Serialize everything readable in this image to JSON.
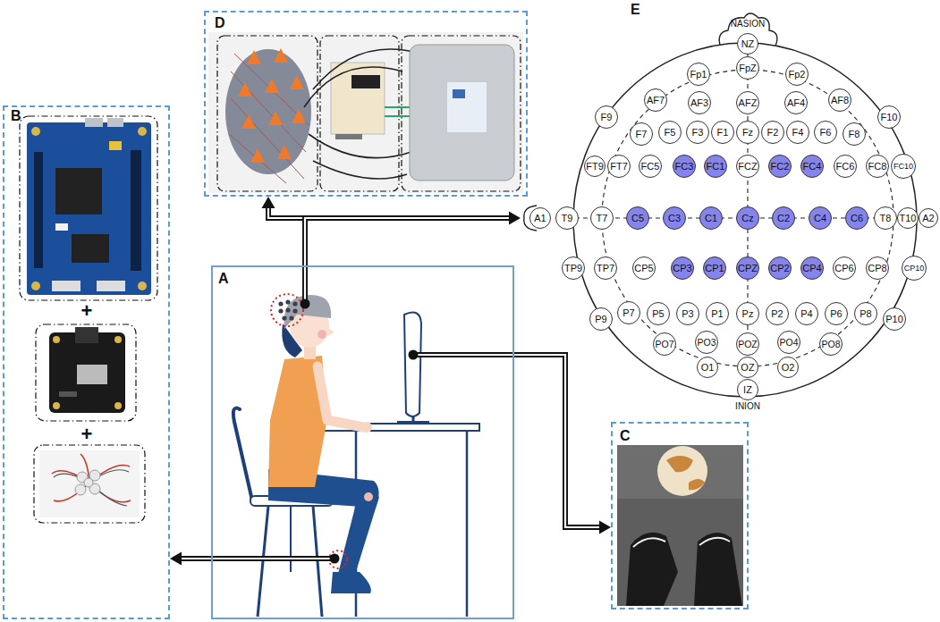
{
  "diagram": {
    "nodes": [
      {
        "text": [
          "B"
        ]
      },
      {
        "text": [
          "D"
        ]
      },
      {
        "text": [
          "A"
        ]
      },
      {
        "text": [
          "C"
        ]
      },
      {
        "text": [
          "E",
          "NASION",
          "INION"
        ]
      },
      {
        "text": [
          "NZ"
        ],
        "in": 4
      },
      {
        "text": [
          "Fp1"
        ],
        "in": 4
      },
      {
        "text": [
          "FpZ"
        ],
        "in": 4
      },
      {
        "text": [
          "Fp2"
        ],
        "in": 4
      },
      {
        "text": [
          "AF7"
        ],
        "in": 4
      },
      {
        "text": [
          "AF3"
        ],
        "in": 4
      },
      {
        "text": [
          "AFZ"
        ],
        "in": 4
      },
      {
        "text": [
          "AF4"
        ],
        "in": 4
      },
      {
        "text": [
          "AF8"
        ],
        "in": 4
      },
      {
        "text": [
          "F9"
        ],
        "in": 4
      },
      {
        "text": [
          "F7"
        ],
        "in": 4
      },
      {
        "text": [
          "F5"
        ],
        "in": 4
      },
      {
        "text": [
          "F3"
        ],
        "in": 4
      },
      {
        "text": [
          "F1"
        ],
        "in": 4
      },
      {
        "text": [
          "Fz"
        ],
        "in": 4
      },
      {
        "text": [
          "F2"
        ],
        "in": 4
      },
      {
        "text": [
          "F4"
        ],
        "in": 4
      },
      {
        "text": [
          "F6"
        ],
        "in": 4
      },
      {
        "text": [
          "F8"
        ],
        "in": 4
      },
      {
        "text": [
          "F10"
        ],
        "in": 4
      },
      {
        "text": [
          "FT9"
        ],
        "in": 4
      },
      {
        "text": [
          "FT7"
        ],
        "in": 4
      },
      {
        "text": [
          "FC5"
        ],
        "in": 4
      },
      {
        "text": [
          "FC3"
        ],
        "in": 4
      },
      {
        "text": [
          "FC1"
        ],
        "in": 4
      },
      {
        "text": [
          "FCZ"
        ],
        "in": 4
      },
      {
        "text": [
          "FC2"
        ],
        "in": 4
      },
      {
        "text": [
          "FC4"
        ],
        "in": 4
      },
      {
        "text": [
          "FC6"
        ],
        "in": 4
      },
      {
        "text": [
          "FC8"
        ],
        "in": 4
      },
      {
        "text": [
          "FC10"
        ],
        "in": 4
      },
      {
        "text": [
          "A1"
        ],
        "in": 4
      },
      {
        "text": [
          "T9"
        ],
        "in": 4
      },
      {
        "text": [
          "T7"
        ],
        "in": 4
      },
      {
        "text": [
          "C5"
        ],
        "in": 4
      },
      {
        "text": [
          "C3"
        ],
        "in": 4
      },
      {
        "text": [
          "C1"
        ],
        "in": 4
      },
      {
        "text": [
          "Cz"
        ],
        "in": 4
      },
      {
        "text": [
          "C2"
        ],
        "in": 4
      },
      {
        "text": [
          "C4"
        ],
        "in": 4
      },
      {
        "text": [
          "C6"
        ],
        "in": 4
      },
      {
        "text": [
          "T8"
        ],
        "in": 4
      },
      {
        "text": [
          "T10"
        ],
        "in": 4
      },
      {
        "text": [
          "A2"
        ],
        "in": 4
      },
      {
        "text": [
          "TP9"
        ],
        "in": 4
      },
      {
        "text": [
          "TP7"
        ],
        "in": 4
      },
      {
        "text": [
          "CP5"
        ],
        "in": 4
      },
      {
        "text": [
          "CP3"
        ],
        "in": 4
      },
      {
        "text": [
          "CP1"
        ],
        "in": 4
      },
      {
        "text": [
          "CPZ"
        ],
        "in": 4
      },
      {
        "text": [
          "CP2"
        ],
        "in": 4
      },
      {
        "text": [
          "CP4"
        ],
        "in": 4
      },
      {
        "text": [
          "CP6"
        ],
        "in": 4
      },
      {
        "text": [
          "CP8"
        ],
        "in": 4
      },
      {
        "text": [
          "CP10"
        ],
        "in": 4
      },
      {
        "text": [
          "P9"
        ],
        "in": 4
      },
      {
        "text": [
          "P7"
        ],
        "in": 4
      },
      {
        "text": [
          "P5"
        ],
        "in": 4
      },
      {
        "text": [
          "P3"
        ],
        "in": 4
      },
      {
        "text": [
          "P1"
        ],
        "in": 4
      },
      {
        "text": [
          "Pz"
        ],
        "in": 4
      },
      {
        "text": [
          "P2"
        ],
        "in": 4
      },
      {
        "text": [
          "P4"
        ],
        "in": 4
      },
      {
        "text": [
          "P6"
        ],
        "in": 4
      },
      {
        "text": [
          "P8"
        ],
        "in": 4
      },
      {
        "text": [
          "P10"
        ],
        "in": 4
      },
      {
        "text": [
          "PO7"
        ],
        "in": 4
      },
      {
        "text": [
          "PO3"
        ],
        "in": 4
      },
      {
        "text": [
          "POZ"
        ],
        "in": 4
      },
      {
        "text": [
          "PO4"
        ],
        "in": 4
      },
      {
        "text": [
          "PO8"
        ],
        "in": 4
      },
      {
        "text": [
          "O1"
        ],
        "in": 4
      },
      {
        "text": [
          "OZ"
        ],
        "in": 4
      },
      {
        "text": [
          "O2"
        ],
        "in": 4
      },
      {
        "text": [
          "IZ"
        ],
        "in": 4
      }
    ],
    "edges": [
      {
        "from": 2,
        "to": 1,
        "arrow": "to"
      },
      {
        "from": 2,
        "to": 4,
        "arrow": "to"
      },
      {
        "from": 2,
        "to": 3,
        "arrow": "to"
      },
      {
        "from": 2,
        "to": 0,
        "arrow": "to"
      }
    ],
    "labels": [
      "+",
      "+"
    ]
  }
}
